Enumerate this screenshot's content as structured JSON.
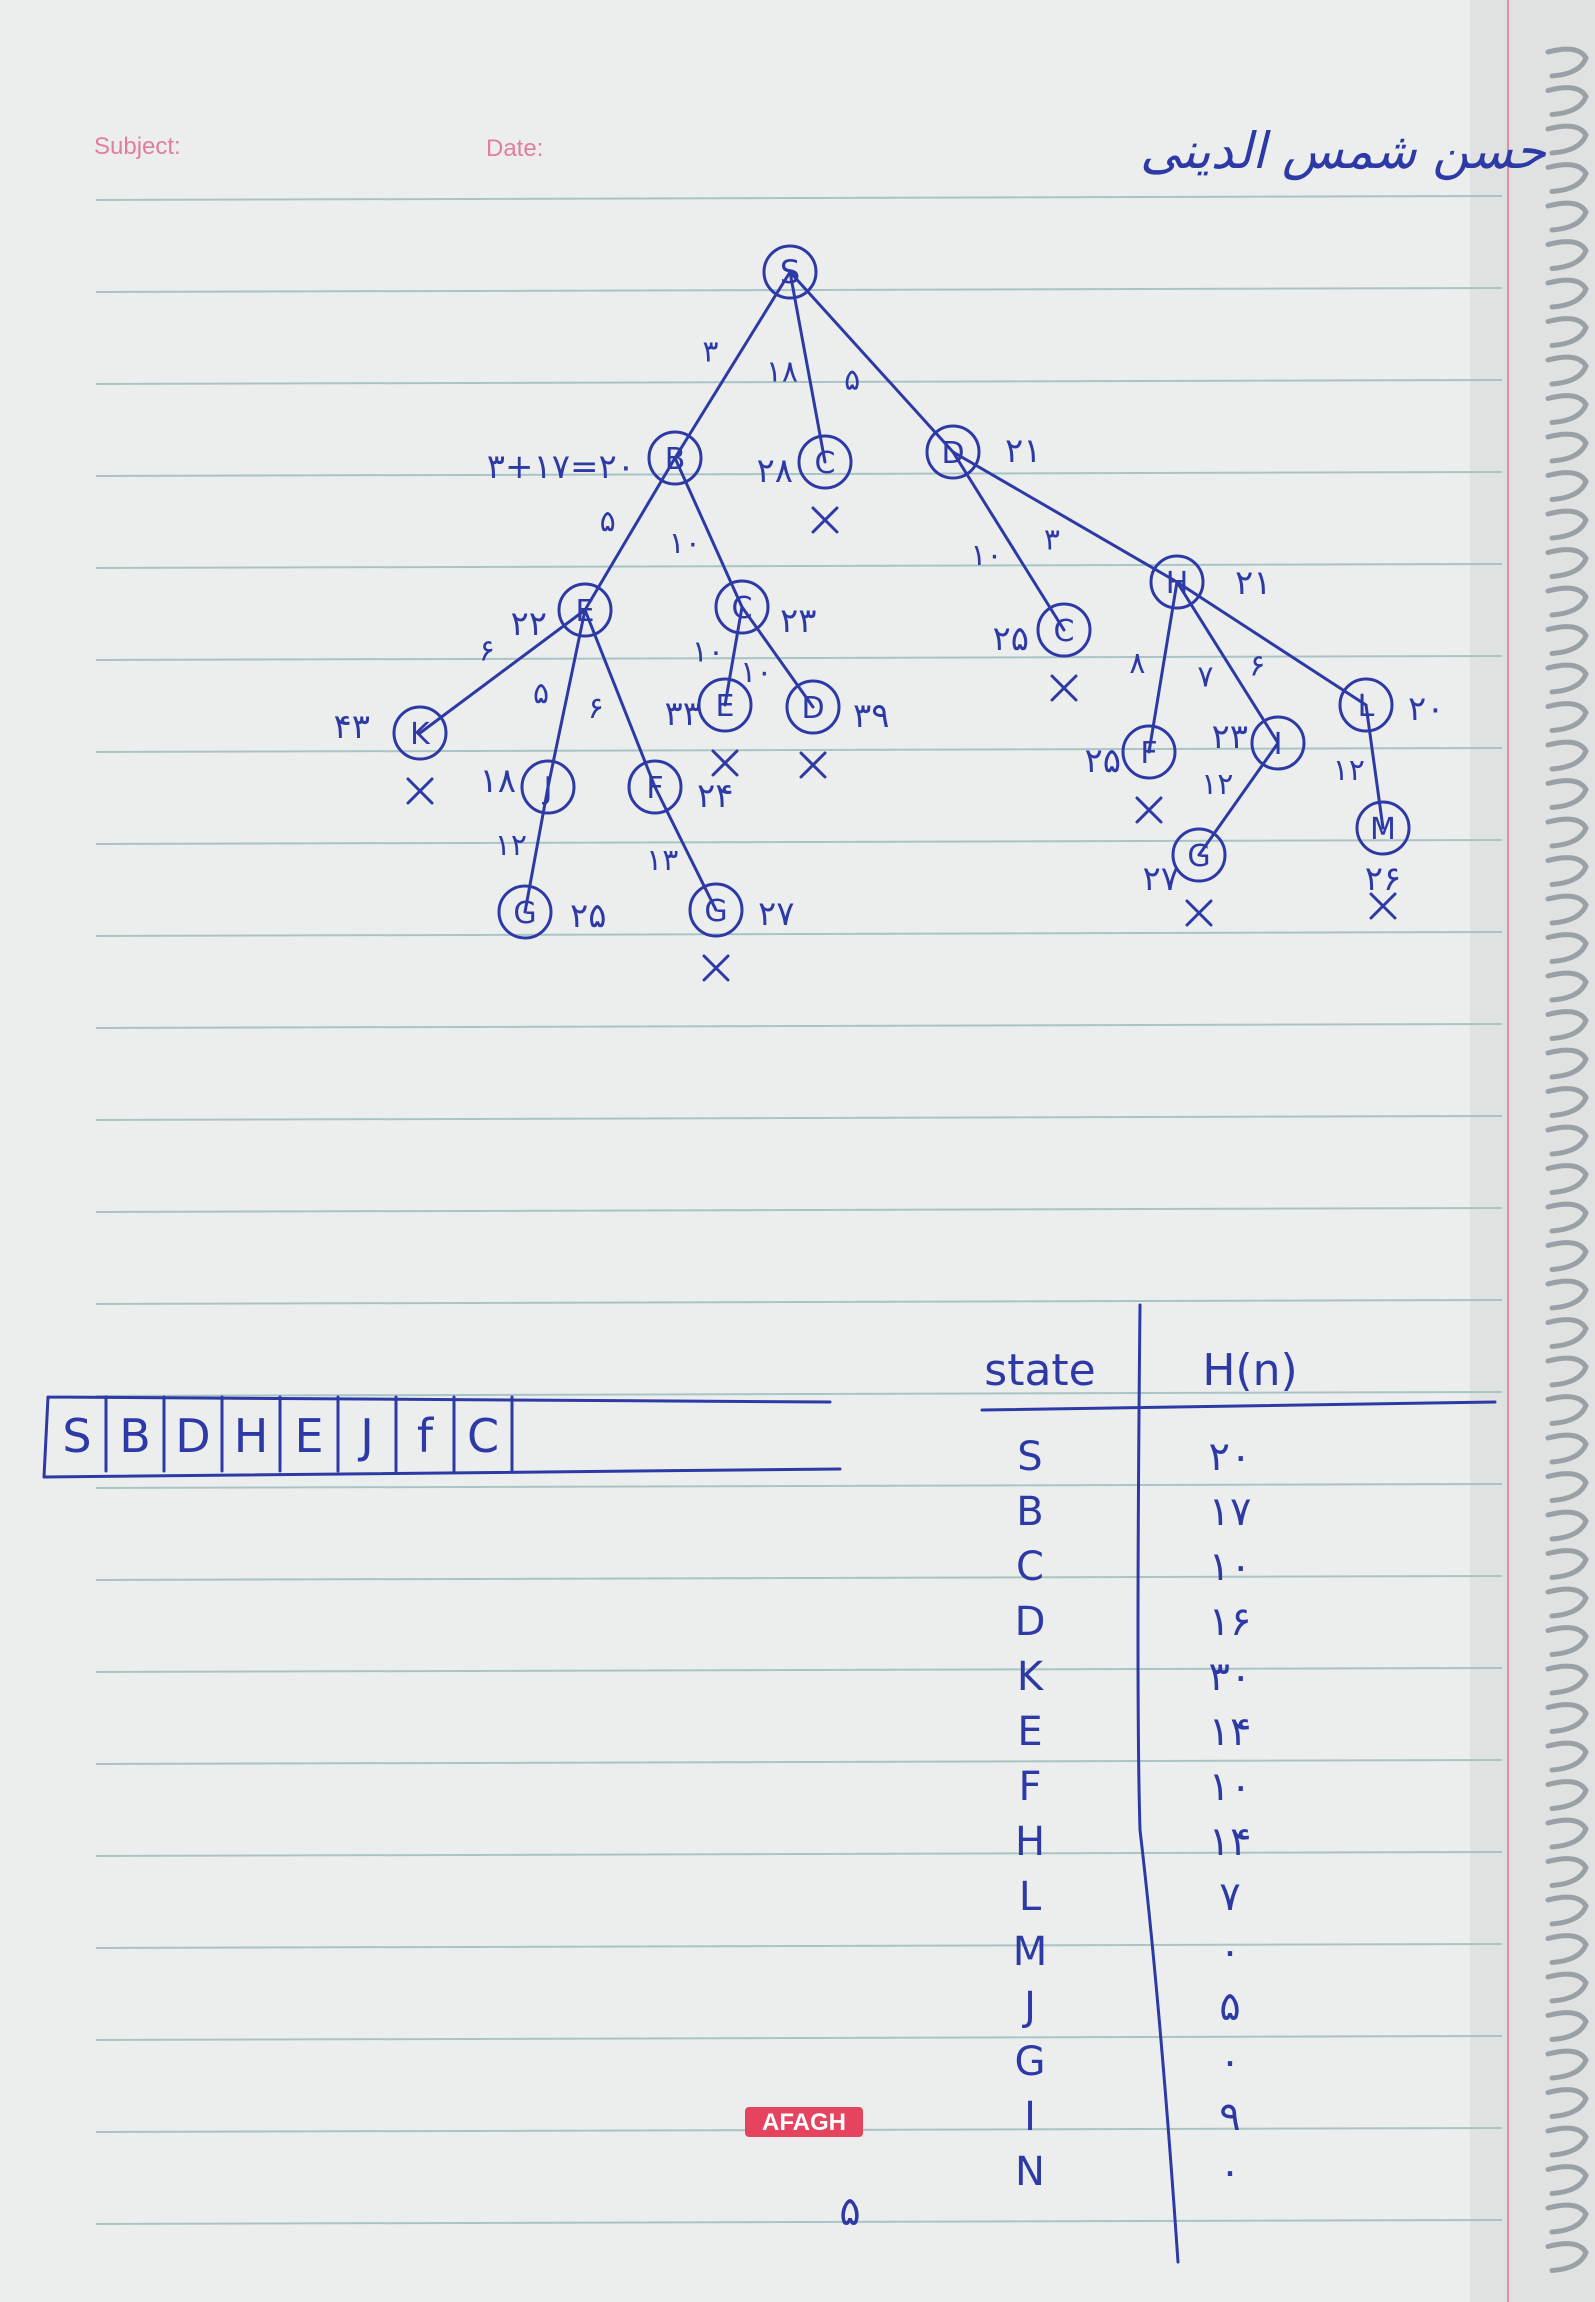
{
  "header": {
    "subject_label": "Subject:",
    "date_label": "Date:",
    "author_name": "حسن شمس الدینی"
  },
  "tree": {
    "root": {
      "label": "S"
    },
    "edges": [
      {
        "from": "S",
        "to": "B",
        "cost": "۳"
      },
      {
        "from": "S",
        "to": "C",
        "cost": "۱۸"
      },
      {
        "from": "S",
        "to": "D",
        "cost": "۵"
      },
      {
        "from": "B",
        "to": "E",
        "cost": "۵"
      },
      {
        "from": "B",
        "to": "C",
        "cost": "۱۰"
      },
      {
        "from": "D",
        "to": "C",
        "cost": "۱۰"
      },
      {
        "from": "D",
        "to": "H",
        "cost": "۳"
      },
      {
        "from": "E",
        "to": "K",
        "cost": "۶"
      },
      {
        "from": "E",
        "to": "J",
        "cost": "۵"
      },
      {
        "from": "E",
        "to": "F",
        "cost": "۶"
      },
      {
        "from": "C",
        "to": "E",
        "cost": "۱۰"
      },
      {
        "from": "C",
        "to": "D",
        "cost": "۱۰"
      },
      {
        "from": "H",
        "to": "F",
        "cost": "۸"
      },
      {
        "from": "H",
        "to": "I",
        "cost": "۷"
      },
      {
        "from": "H",
        "to": "L",
        "cost": "۶"
      },
      {
        "from": "J",
        "to": "G",
        "cost": "۱۲"
      },
      {
        "from": "F",
        "to": "G",
        "cost": "۱۳"
      },
      {
        "from": "I",
        "to": "G",
        "cost": "۱۲"
      },
      {
        "from": "L",
        "to": "M",
        "cost": "۱۲"
      }
    ],
    "nodes": [
      {
        "label": "B",
        "f": "۳+۱۷=۲۰"
      },
      {
        "label": "C",
        "f": "۲۸",
        "crossed": true
      },
      {
        "label": "D",
        "f": "۲۱"
      },
      {
        "label": "E",
        "f": "۲۲"
      },
      {
        "label": "C",
        "f": "۲۳"
      },
      {
        "label": "C",
        "f": "۲۵",
        "crossed": true
      },
      {
        "label": "H",
        "f": "۲۱"
      },
      {
        "label": "K",
        "f": "۴۳",
        "crossed": true
      },
      {
        "label": "J",
        "f": "۱۸"
      },
      {
        "label": "F",
        "f": "۲۴"
      },
      {
        "label": "E",
        "f": "۳۳",
        "crossed": true
      },
      {
        "label": "D",
        "f": "۳۹",
        "crossed": true
      },
      {
        "label": "F",
        "f": "۲۵",
        "crossed": true
      },
      {
        "label": "I",
        "f": "۲۳"
      },
      {
        "label": "L",
        "f": "۲۰"
      },
      {
        "label": "G",
        "f": "۲۵"
      },
      {
        "label": "G",
        "f": "۲۷",
        "crossed": true
      },
      {
        "label": "G",
        "f": "۲۷",
        "crossed": true
      },
      {
        "label": "M",
        "f": "۲۶",
        "crossed": true
      }
    ]
  },
  "queue": {
    "cells": [
      "S",
      "B",
      "D",
      "H",
      "E",
      "J",
      "f",
      "C"
    ]
  },
  "heuristic_table": {
    "headers": [
      "state",
      "H(n)"
    ],
    "rows": [
      {
        "state": "S",
        "h": "۲۰"
      },
      {
        "state": "B",
        "h": "۱۷"
      },
      {
        "state": "C",
        "h": "۱۰"
      },
      {
        "state": "D",
        "h": "۱۶"
      },
      {
        "state": "K",
        "h": "۳۰"
      },
      {
        "state": "E",
        "h": "۱۴"
      },
      {
        "state": "F",
        "h": "۱۰"
      },
      {
        "state": "H",
        "h": "۱۴"
      },
      {
        "state": "L",
        "h": "۷"
      },
      {
        "state": "M",
        "h": "۰"
      },
      {
        "state": "J",
        "h": "۵"
      },
      {
        "state": "G",
        "h": "۰"
      },
      {
        "state": "I",
        "h": "۹"
      },
      {
        "state": "N",
        "h": "۰"
      }
    ]
  },
  "brand": "AFAGH",
  "page_number": "۵",
  "colors": {
    "ink": "#2d3aa6",
    "header": "#e37d9c",
    "paper": "#eceeed",
    "rule": "#a9c4c4"
  }
}
